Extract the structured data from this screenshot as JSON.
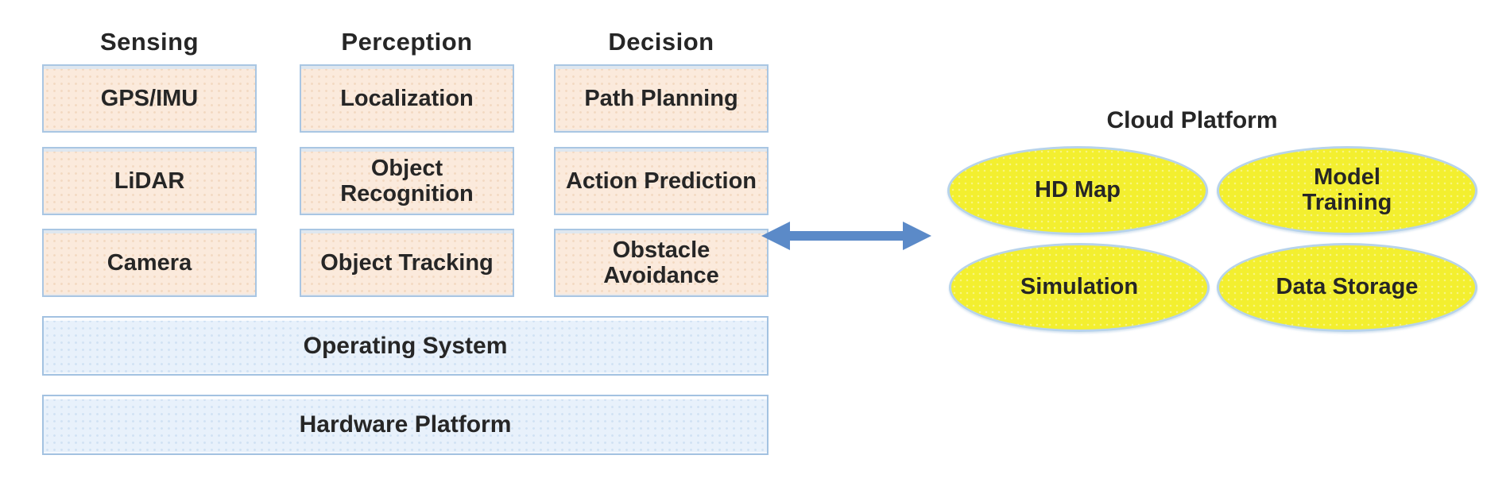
{
  "stack": {
    "columns": [
      {
        "header": "Sensing",
        "boxes": [
          "GPS/IMU",
          "LiDAR",
          "Camera"
        ]
      },
      {
        "header": "Perception",
        "boxes": [
          "Localization",
          "Object Recognition",
          "Object Tracking"
        ]
      },
      {
        "header": "Decision",
        "boxes": [
          "Path Planning",
          "Action Prediction",
          "Obstacle Avoidance"
        ]
      }
    ],
    "layers": [
      "Operating System",
      "Hardware Platform"
    ]
  },
  "cloud": {
    "title": "Cloud Platform",
    "nodes": [
      "HD Map",
      "Model Training",
      "Simulation",
      "Data Storage"
    ]
  },
  "connector": {
    "type": "bidirectional-arrow"
  },
  "colors": {
    "moduleFill": "#fbeadc",
    "moduleBorder": "#a9c6e3",
    "layerFill": "#e8f1fb",
    "layerBorder": "#a3c2e1",
    "cloudFill": "#f3ef2f",
    "cloudBorder": "#b7d3ea",
    "arrow": "#5b8ac8",
    "text": "#262626"
  }
}
